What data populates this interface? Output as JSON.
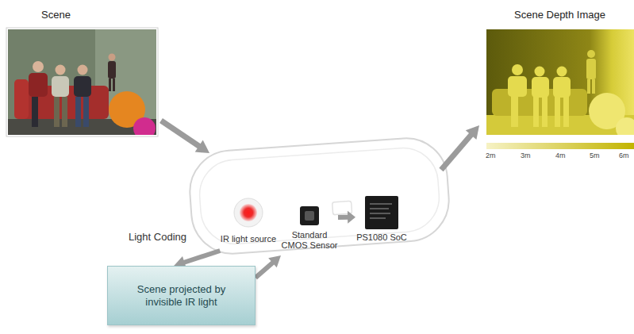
{
  "diagram": {
    "nodes": [
      {
        "text": [
          "Scene"
        ]
      },
      {
        "text": [
          "Scene Depth Image"
        ]
      },
      {
        "text": [
          "IR light source"
        ]
      },
      {
        "text": [
          "Standard CMOS Sensor"
        ]
      },
      {
        "text": [
          "PS1080 SoC"
        ]
      },
      {
        "text": [
          "Scene projected by invisible IR light"
        ]
      }
    ],
    "edges": [
      {
        "from": 2,
        "to": 5,
        "arrow": "to"
      },
      {
        "from": 5,
        "to": 3,
        "arrow": "to"
      },
      {
        "from": 3,
        "to": 4,
        "arrow": "to"
      }
    ],
    "labels": [
      "Light Coding",
      "2m",
      "3m",
      "4m",
      "5m",
      "6m"
    ]
  }
}
